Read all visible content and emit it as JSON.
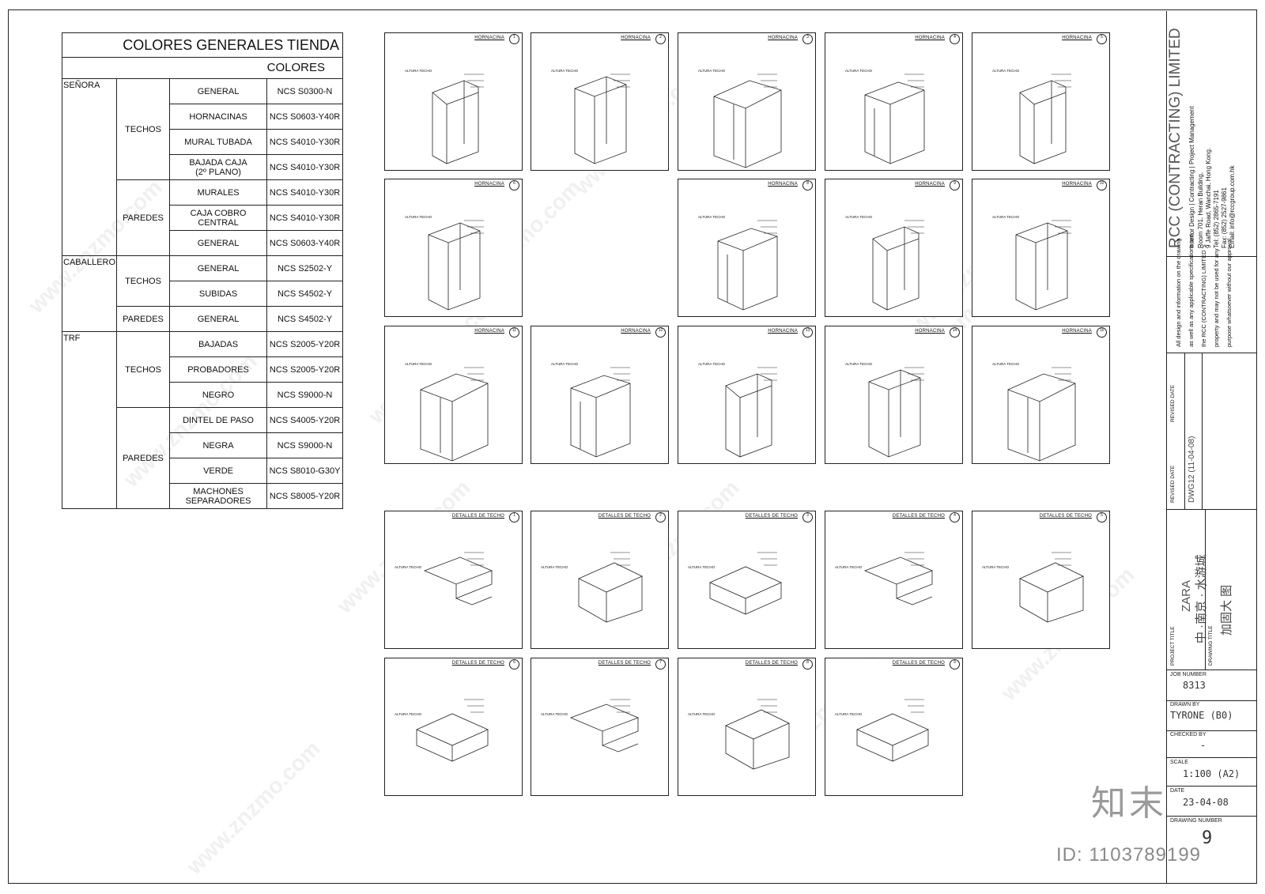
{
  "color_table": {
    "title": "COLORES GENERALES TIENDA",
    "subtitle": "COLORES",
    "rows": [
      {
        "group": "SEÑORA",
        "group_span": 7,
        "sub": "TECHOS",
        "sub_span": 4,
        "item": "GENERAL",
        "ncs": "NCS S0300-N"
      },
      {
        "item": "HORNACINAS",
        "ncs": "NCS S0603-Y40R"
      },
      {
        "item": "MURAL TUBADA",
        "ncs": "NCS S4010-Y30R"
      },
      {
        "item": "BAJADA CAJA\n(2º PLANO)",
        "ncs": "NCS S4010-Y30R"
      },
      {
        "sub": "PAREDES",
        "sub_span": 3,
        "item": "MURALES",
        "ncs": "NCS S4010-Y30R"
      },
      {
        "item": "CAJA COBRO\nCENTRAL",
        "ncs": "NCS S4010-Y30R"
      },
      {
        "item": "GENERAL",
        "ncs": "NCS S0603-Y40R"
      },
      {
        "group": "CABALLERO",
        "group_span": 3,
        "sub": "TECHOS",
        "sub_span": 2,
        "item": "GENERAL",
        "ncs": "NCS S2502-Y"
      },
      {
        "item": "SUBIDAS",
        "ncs": "NCS S4502-Y"
      },
      {
        "sub": "PAREDES",
        "sub_span": 1,
        "item": "GENERAL",
        "ncs": "NCS S4502-Y"
      },
      {
        "group": "TRF",
        "group_span": 7,
        "sub": "TECHOS",
        "sub_span": 3,
        "item": "BAJADAS",
        "ncs": "NCS S2005-Y20R"
      },
      {
        "item": "PROBADORES",
        "ncs": "NCS S2005-Y20R"
      },
      {
        "item": "NEGRO",
        "ncs": "NCS S9000-N"
      },
      {
        "sub": "PAREDES",
        "sub_span": 4,
        "item": "DINTEL DE PASO",
        "ncs": "NCS S4005-Y20R"
      },
      {
        "item": "NEGRA",
        "ncs": "NCS S9000-N"
      },
      {
        "item": "VERDE",
        "ncs": "NCS S8010-G30Y"
      },
      {
        "item": "MACHONES\nSEPARADORES",
        "ncs": "NCS S8005-Y20R"
      }
    ]
  },
  "panels": {
    "hornacina_title": "HORNACINA",
    "techo_title": "DETALLES DE TECHO",
    "altura_label": "ALTURA TECHO",
    "row1": [
      "1",
      "2",
      "3",
      "4",
      "5"
    ],
    "row2": [
      "6",
      "",
      "8",
      "9",
      "10"
    ],
    "row3": [
      "11",
      "12",
      "13",
      "14",
      "15"
    ],
    "row4": [
      "1",
      "2",
      "3",
      "4",
      "5"
    ],
    "row5": [
      "6",
      "7",
      "8",
      "9"
    ]
  },
  "title_block": {
    "company": "RCC (CONTRACTING) LIMITED",
    "company_sub": "Interior Design | Contracting | Project Management",
    "address1": "Room 701, Heran Building,",
    "address2": "9 Jaffe Road, Wanchai, Hong Kong.",
    "tel": "Tel:   (852) 2865-7191",
    "fax": "Fax:   (852) 2527-9861",
    "email": "Email:   info@rccgroup.com.hk",
    "disclaimer1": "All design and information on the drawing",
    "disclaimer2": "as well as any applicable specifications are",
    "disclaimer3": "the RCC (CONTRACTING) LIMITED 's",
    "disclaimer4": "property and may not be used for any",
    "disclaimer5": "purpose whatsoever without our approval",
    "revised_date_label": "REVISED   DATE",
    "revised_date_label2": "REVISED   DATE",
    "revision_value": "DWG12 (11-04-08)",
    "project_title_label": "PROJECT TITLE",
    "project_title": "ZARA",
    "project_title_cn": "中 ·南京 · 水游城",
    "drawing_title_label": "DRAWING TITLE",
    "drawing_title": "加固大  图",
    "job_number_label": "JOB NUMBER",
    "job_number": "8313",
    "drawn_by_label": "DRAWN BY",
    "drawn_by": "TYRONE (B0)",
    "checked_by_label": "CHECKED BY",
    "checked_by": "-",
    "scale_label": "SCALE",
    "scale": "1:100 (A2)",
    "date_label": "DATE",
    "date": "23-04-08",
    "drawing_number_label": "DRAWING NUMBER",
    "drawing_number": "9"
  },
  "watermark": {
    "text": "www.znzmo.com",
    "id": "ID: 1103789199",
    "logo": "知末"
  }
}
